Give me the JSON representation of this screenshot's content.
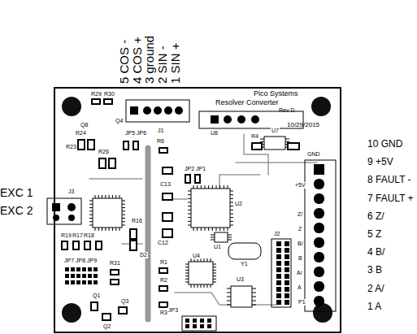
{
  "diagram": {
    "labels": [
      "5 COS -",
      "4 COS +",
      "3 ground",
      "2 SIN -",
      "1 SIN +",
      "Pico Systems",
      "Resolver Converter",
      "Rev D",
      "10/29/2015",
      "EXC 1",
      "EXC 2",
      "10 GND",
      "9  +5V",
      "8  FAULT -",
      "7  FAULT +",
      "6  Z/",
      "5  Z",
      "4  B/",
      "3  B",
      "2  A/",
      "1  A",
      "R29",
      "R30",
      "Q8",
      "Q4",
      "JP5",
      "JP6",
      "J1",
      "R23",
      "R24",
      "R26",
      "R6",
      "R4",
      "U8",
      "U7",
      "J3",
      "C13",
      "JP2",
      "JP1",
      "U2",
      "GND",
      "J2",
      "U1",
      "C12",
      "Y1",
      "U4",
      "R1",
      "R2",
      "U3",
      "R3",
      "JP3",
      "P1",
      "JP7",
      "JP8",
      "JP9",
      "R19",
      "R17",
      "R18",
      "R16",
      "D2",
      "R31",
      "Q1",
      "Q2",
      "Q3",
      "+5V",
      "Z/",
      "Z",
      "B/",
      "B",
      "A/",
      "A"
    ]
  }
}
